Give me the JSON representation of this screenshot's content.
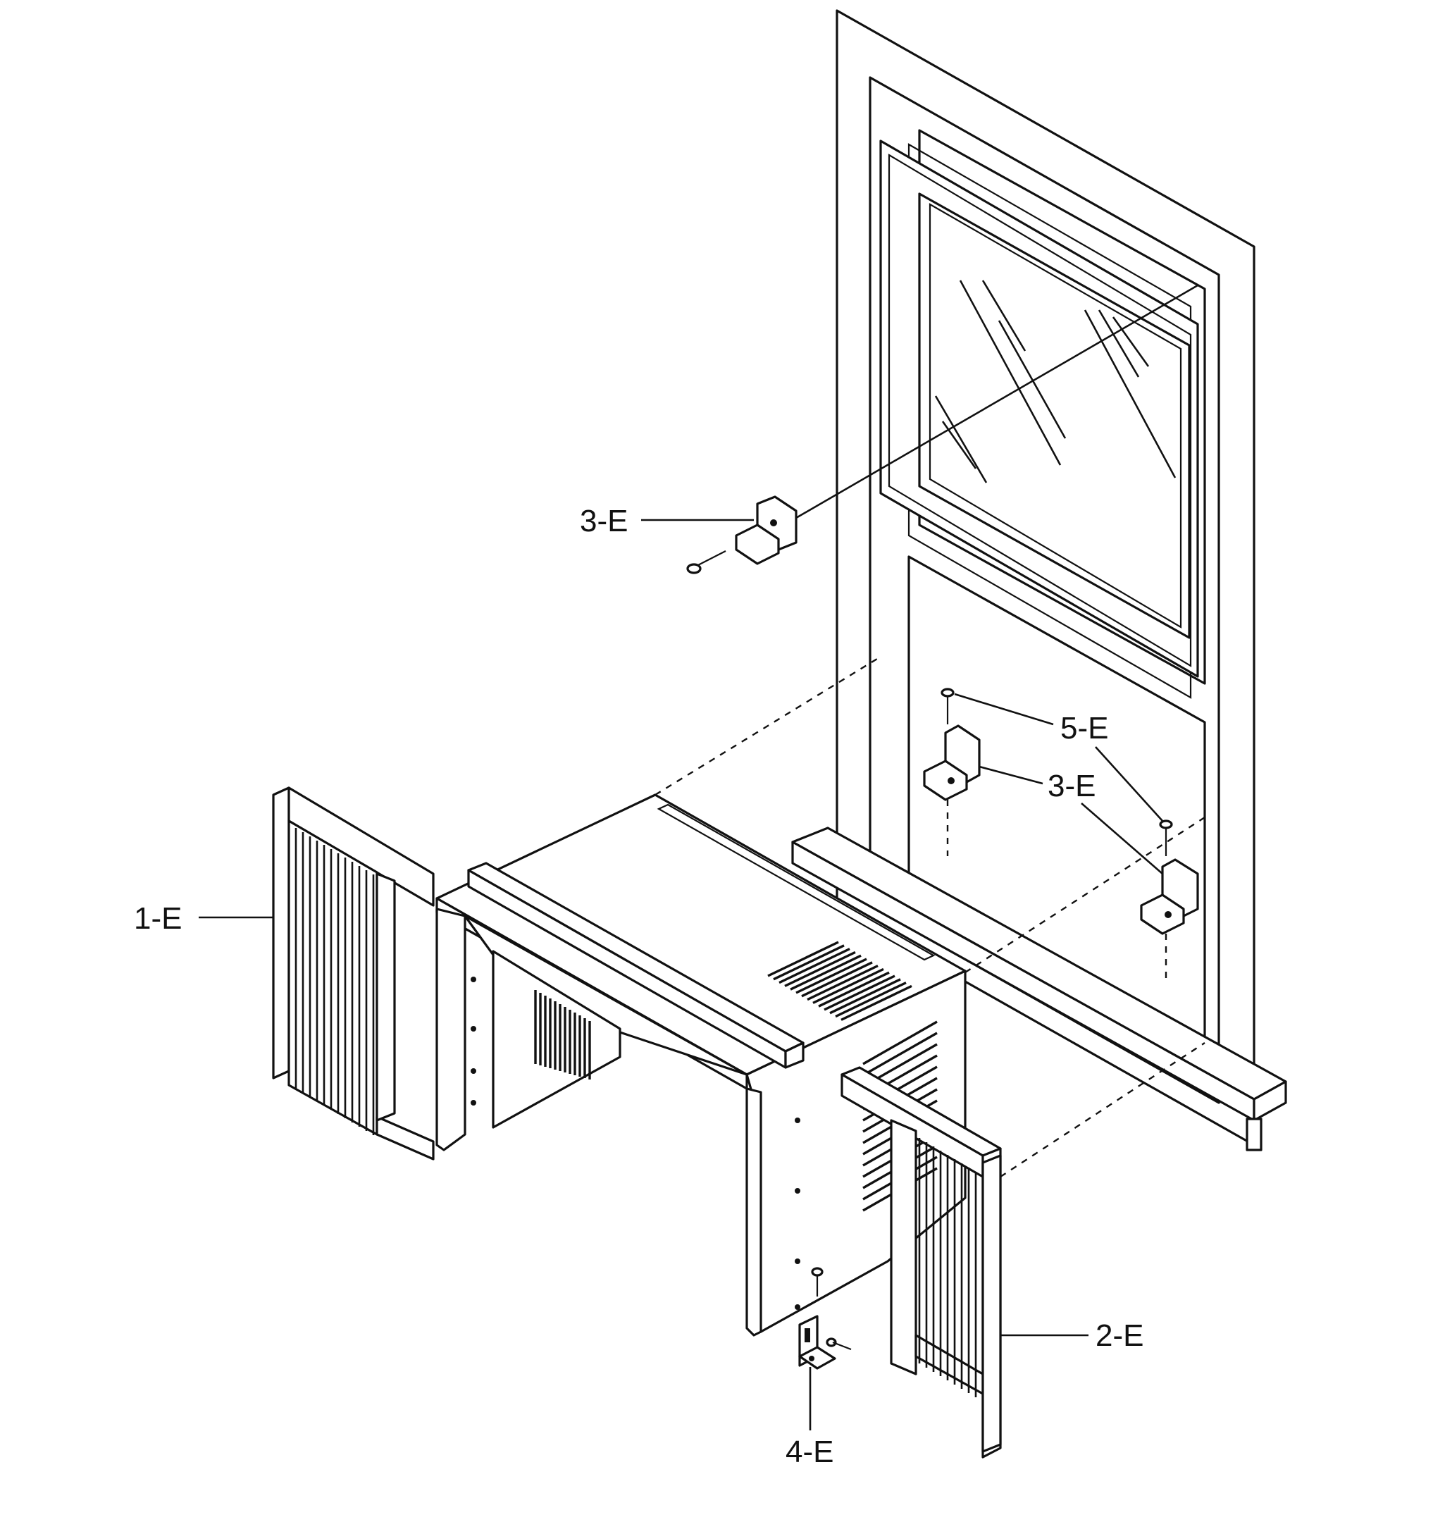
{
  "figure": {
    "labels": [
      {
        "id": "label-1e",
        "text": "1-E"
      },
      {
        "id": "label-2e",
        "text": "2-E"
      },
      {
        "id": "label-3e-upper",
        "text": "3-E"
      },
      {
        "id": "label-3e-lower",
        "text": "3-E"
      },
      {
        "id": "label-4e",
        "text": "4-E"
      },
      {
        "id": "label-5e",
        "text": "5-E"
      }
    ]
  }
}
